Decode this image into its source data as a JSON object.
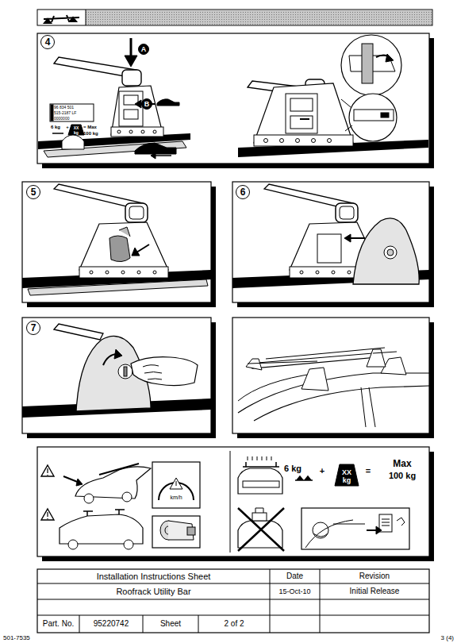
{
  "diagram": {
    "nodes": [
      {
        "text": [
          "4"
        ]
      },
      {
        "text": [
          "A"
        ]
      },
      {
        "text": [
          "B"
        ]
      },
      {
        "text": [
          "5"
        ]
      },
      {
        "text": [
          "6"
        ]
      },
      {
        "text": [
          "7"
        ]
      }
    ],
    "labels": [
      "96 834 501",
      "515-2187 LF",
      "0000000",
      "6 kg",
      "+",
      "XX",
      "kg",
      "= Max",
      "100 kg",
      "km/h",
      "6 kg",
      "+",
      "XX",
      "kg",
      "=",
      "Max",
      "100 kg",
      "Installation Instructions Sheet",
      "Date",
      "Revision",
      "Roofrack Utility Bar",
      "15-Oct-10",
      "Initial Release",
      "Part. No.",
      "95220742",
      "Sheet",
      "2 of 2",
      "501-7535",
      "3 (4)"
    ]
  }
}
